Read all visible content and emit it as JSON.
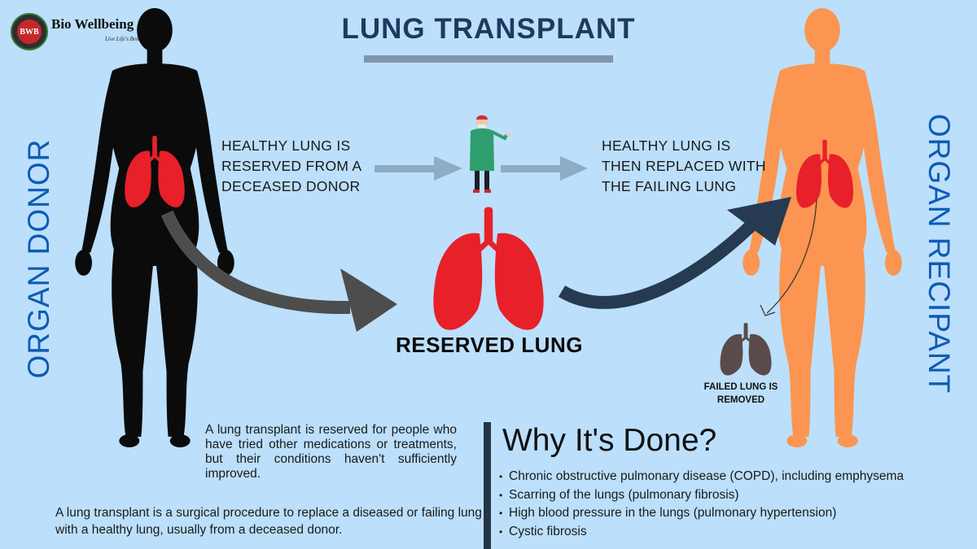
{
  "brand": {
    "name": "Bio Wellbeing",
    "tagline": "Live Life's Being!",
    "badge_text": "BWB"
  },
  "title": "LUNG TRANSPLANT",
  "labels": {
    "donor": "ORGAN DONOR",
    "recipient": "ORGAN RECIPANT"
  },
  "steps": [
    "HEALTHY LUNG IS RESERVED FROM A DECEASED DONOR",
    "HEALTHY LUNG IS THEN REPLACED WITH THE FAILING LUNG"
  ],
  "reserved_label": "RESERVED LUNG",
  "failed_label": "FAILED LUNG IS REMOVED",
  "paragraphs": {
    "reserved_info": "A lung transplant is reserved for people who have tried other medications or treatments, but their conditions haven't sufficiently improved.",
    "definition": "A lung transplant is a surgical procedure to replace a diseased or failing lung with a healthy lung, usually from a deceased donor."
  },
  "why": {
    "title": "Why It's Done?",
    "items": [
      "Chronic obstructive pulmonary disease (COPD), including emphysema",
      "Scarring of the lungs (pulmonary fibrosis)",
      "High blood pressure in the lungs (pulmonary hypertension)",
      "Cystic fibrosis"
    ]
  },
  "colors": {
    "background": "#bcdffb",
    "title": "#1e3a5f",
    "side_label": "#0d5bb5",
    "donor_body": "#0b0b0b",
    "recipient_body": "#fb9551",
    "lung_healthy": "#e8202a",
    "lung_failed": "#5a4b4b",
    "arrow_grey": "#4d4d4d",
    "arrow_navy": "#263a52",
    "arrow_light": "#8eacc4",
    "divider": "#253449",
    "surgeon_gown": "#2e9e6e"
  }
}
